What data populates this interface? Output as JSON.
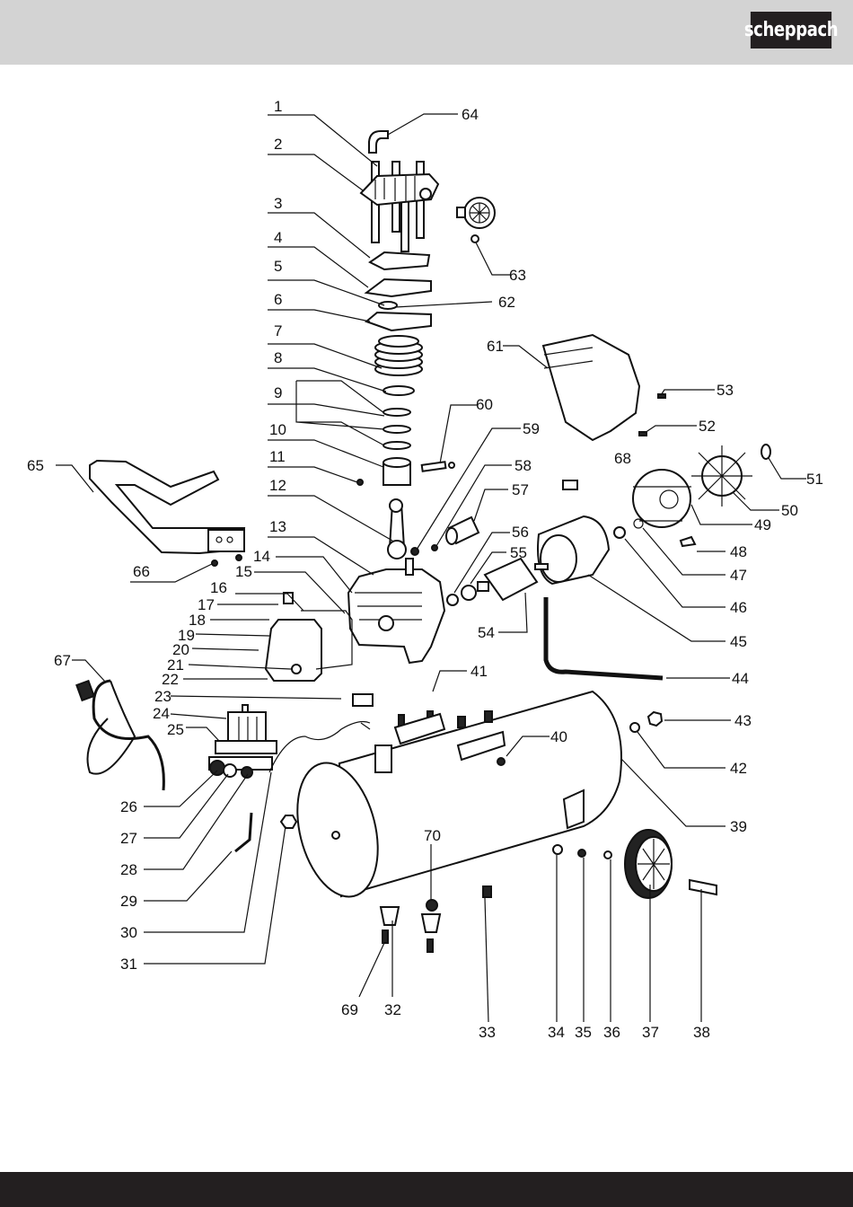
{
  "header": {
    "brand": "scheppach",
    "background": "#d3d3d3"
  },
  "footer": {
    "background": "#231f20"
  },
  "diagram": {
    "title": "Exploded parts view — air compressor",
    "part_numbers": [
      "1",
      "2",
      "3",
      "4",
      "5",
      "6",
      "7",
      "8",
      "9",
      "10",
      "11",
      "12",
      "13",
      "14",
      "15",
      "16",
      "17",
      "18",
      "19",
      "20",
      "21",
      "22",
      "23",
      "24",
      "25",
      "26",
      "27",
      "28",
      "29",
      "30",
      "31",
      "32",
      "33",
      "34",
      "35",
      "36",
      "37",
      "38",
      "39",
      "40",
      "41",
      "42",
      "43",
      "44",
      "45",
      "46",
      "47",
      "48",
      "49",
      "50",
      "51",
      "52",
      "53",
      "54",
      "55",
      "56",
      "57",
      "58",
      "59",
      "60",
      "61",
      "62",
      "63",
      "64",
      "65",
      "66",
      "67",
      "68",
      "69",
      "70"
    ]
  }
}
